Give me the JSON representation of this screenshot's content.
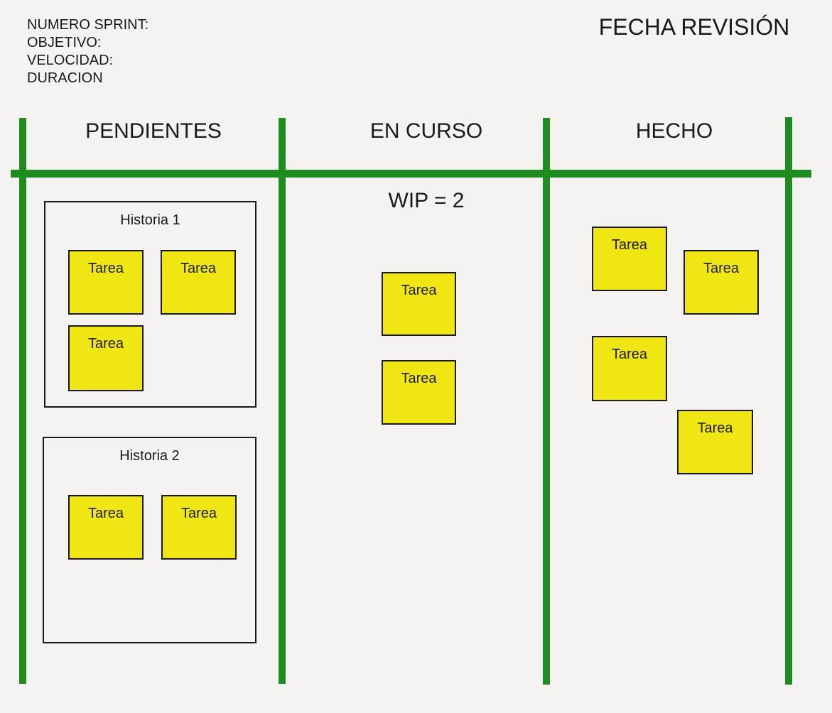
{
  "colors": {
    "background": "#f4f3f1",
    "board_line_green": "#1e8c1e",
    "note_yellow": "#f0e613",
    "ink": "#1a1a1a"
  },
  "sprint_info": {
    "sprint_number_label": "NUMERO SPRINT:",
    "objective_label": "OBJETIVO:",
    "velocity_label": "VELOCIDAD:",
    "duration_label": "DURACION"
  },
  "review": {
    "label": "FECHA REVISIÓN"
  },
  "board": {
    "columns": {
      "pendientes": {
        "label": "PENDIENTES"
      },
      "en_curso": {
        "label": "EN CURSO",
        "wip_limit_label": "WIP = 2"
      },
      "hecho": {
        "label": "HECHO"
      }
    },
    "pendientes": {
      "stories": [
        {
          "label": "Historia 1",
          "tasks": [
            "Tarea",
            "Tarea",
            "Tarea"
          ]
        },
        {
          "label": "Historia 2",
          "tasks": [
            "Tarea",
            "Tarea"
          ]
        }
      ]
    },
    "en_curso": {
      "tasks": [
        "Tarea",
        "Tarea"
      ]
    },
    "hecho": {
      "tasks": [
        "Tarea",
        "Tarea",
        "Tarea",
        "Tarea"
      ]
    }
  }
}
